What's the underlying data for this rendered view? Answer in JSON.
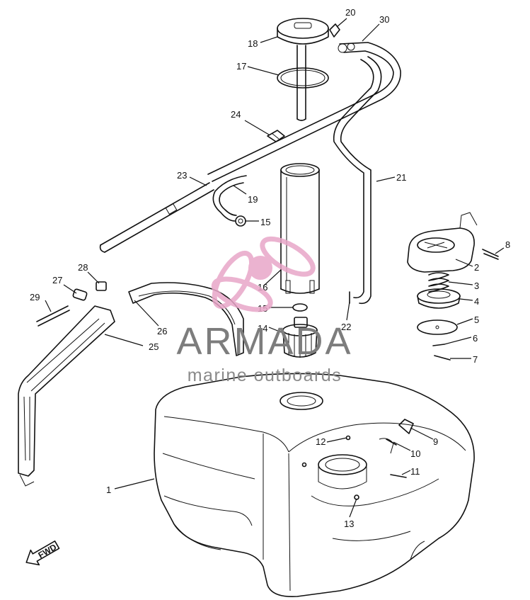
{
  "callouts": [
    {
      "id": "1",
      "label": "1"
    },
    {
      "id": "2",
      "label": "2"
    },
    {
      "id": "3",
      "label": "3"
    },
    {
      "id": "4",
      "label": "4"
    },
    {
      "id": "5",
      "label": "5"
    },
    {
      "id": "6",
      "label": "6"
    },
    {
      "id": "7",
      "label": "7"
    },
    {
      "id": "8",
      "label": "8"
    },
    {
      "id": "9",
      "label": "9"
    },
    {
      "id": "10",
      "label": "10"
    },
    {
      "id": "11",
      "label": "11"
    },
    {
      "id": "12",
      "label": "12"
    },
    {
      "id": "13",
      "label": "13"
    },
    {
      "id": "14",
      "label": "14"
    },
    {
      "id": "15a",
      "label": "15"
    },
    {
      "id": "15b",
      "label": "15"
    },
    {
      "id": "16",
      "label": "16"
    },
    {
      "id": "17",
      "label": "17"
    },
    {
      "id": "18",
      "label": "18"
    },
    {
      "id": "19",
      "label": "19"
    },
    {
      "id": "20",
      "label": "20"
    },
    {
      "id": "21",
      "label": "21"
    },
    {
      "id": "22",
      "label": "22"
    },
    {
      "id": "23",
      "label": "23"
    },
    {
      "id": "24",
      "label": "24"
    },
    {
      "id": "25",
      "label": "25"
    },
    {
      "id": "26",
      "label": "26"
    },
    {
      "id": "27",
      "label": "27"
    },
    {
      "id": "28",
      "label": "28"
    },
    {
      "id": "29",
      "label": "29"
    },
    {
      "id": "30",
      "label": "30"
    }
  ],
  "watermark": {
    "brand": "ARMADA",
    "tagline": "marine outboards",
    "logo_icon": "propeller-icon",
    "logo_color": "#e8a6c8",
    "text_color": "#7d7d7d"
  },
  "direction_marker": {
    "label": "FWD",
    "icon": "arrow-left-icon"
  },
  "line_color": "#111111"
}
